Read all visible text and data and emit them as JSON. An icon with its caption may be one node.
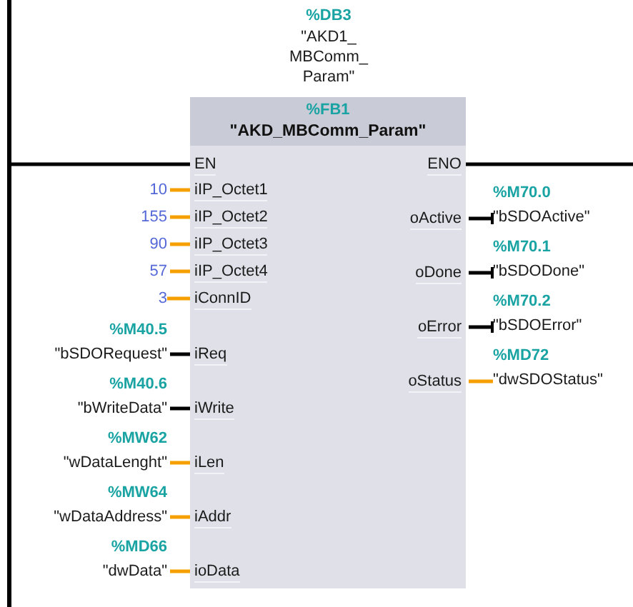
{
  "diagram": {
    "nodes": [
      {
        "text": [],
        "shape": "bar"
      },
      {
        "text": [
          "%FB1",
          "\"AKD_MBComm_Param\""
        ],
        "beside": [
          "%DB3",
          "\"AKD1_MBComm_Param\""
        ]
      },
      {
        "text": [
          "EN"
        ],
        "in": 1
      },
      {
        "text": [
          "ENO"
        ],
        "in": 1
      },
      {
        "text": [
          "iIP_Octet1"
        ],
        "in": 1
      },
      {
        "text": [
          "iIP_Octet2"
        ],
        "in": 1
      },
      {
        "text": [
          "iIP_Octet3"
        ],
        "in": 1
      },
      {
        "text": [
          "iIP_Octet4"
        ],
        "in": 1
      },
      {
        "text": [
          "iConnID"
        ],
        "in": 1
      },
      {
        "text": [
          "iReq"
        ],
        "in": 1
      },
      {
        "text": [
          "iWrite"
        ],
        "in": 1
      },
      {
        "text": [
          "iLen"
        ],
        "in": 1
      },
      {
        "text": [
          "iAddr"
        ],
        "in": 1
      },
      {
        "text": [
          "ioData"
        ],
        "in": 1
      },
      {
        "text": [
          "oActive"
        ],
        "in": 1
      },
      {
        "text": [
          "oDone"
        ],
        "in": 1
      },
      {
        "text": [
          "oError"
        ],
        "in": 1
      },
      {
        "text": [
          "oStatus"
        ],
        "in": 1
      },
      {
        "text": [
          "10"
        ]
      },
      {
        "text": [
          "155"
        ]
      },
      {
        "text": [
          "90"
        ]
      },
      {
        "text": [
          "57"
        ]
      },
      {
        "text": [
          "3"
        ]
      },
      {
        "text": [
          "%M40.5",
          "\"bSDORequest\""
        ]
      },
      {
        "text": [
          "%M40.6",
          "\"bWriteData\""
        ]
      },
      {
        "text": [
          "%MW62",
          "\"wDataLenght\""
        ]
      },
      {
        "text": [
          "%MW64",
          "\"wDataAddress\""
        ]
      },
      {
        "text": [
          "%MD66",
          "\"dwData\""
        ]
      },
      {
        "text": [
          "%M70.0",
          "\"bSDOActive\""
        ]
      },
      {
        "text": [
          "%M70.1",
          "\"bSDODone\""
        ]
      },
      {
        "text": [
          "%M70.2",
          "\"bSDOError\""
        ]
      },
      {
        "text": [
          "%MD72",
          "\"dwSDOStatus\""
        ]
      }
    ],
    "edges": [
      {
        "from": 0,
        "to": 2,
        "arrow": "none",
        "color": "#000000"
      },
      {
        "from": 3,
        "to": null,
        "arrow": "none",
        "color": "#000000"
      },
      {
        "from": 18,
        "to": 4,
        "arrow": "none"
      },
      {
        "from": 19,
        "to": 5,
        "arrow": "none"
      },
      {
        "from": 20,
        "to": 6,
        "arrow": "none"
      },
      {
        "from": 21,
        "to": 7,
        "arrow": "none"
      },
      {
        "from": 22,
        "to": 8,
        "arrow": "none"
      },
      {
        "from": 23,
        "to": 9,
        "arrow": "none",
        "color": "#000000"
      },
      {
        "from": 24,
        "to": 10,
        "arrow": "none",
        "color": "#000000"
      },
      {
        "from": 25,
        "to": 11,
        "arrow": "none"
      },
      {
        "from": 26,
        "to": 12,
        "arrow": "none"
      },
      {
        "from": 27,
        "to": 13,
        "arrow": "none"
      },
      {
        "from": 14,
        "to": 28,
        "arrow": "other",
        "color": "#000000"
      },
      {
        "from": 15,
        "to": 29,
        "arrow": "other",
        "color": "#000000"
      },
      {
        "from": 16,
        "to": 30,
        "arrow": "other",
        "color": "#000000"
      },
      {
        "from": 17,
        "to": 31,
        "arrow": "none"
      }
    ]
  }
}
